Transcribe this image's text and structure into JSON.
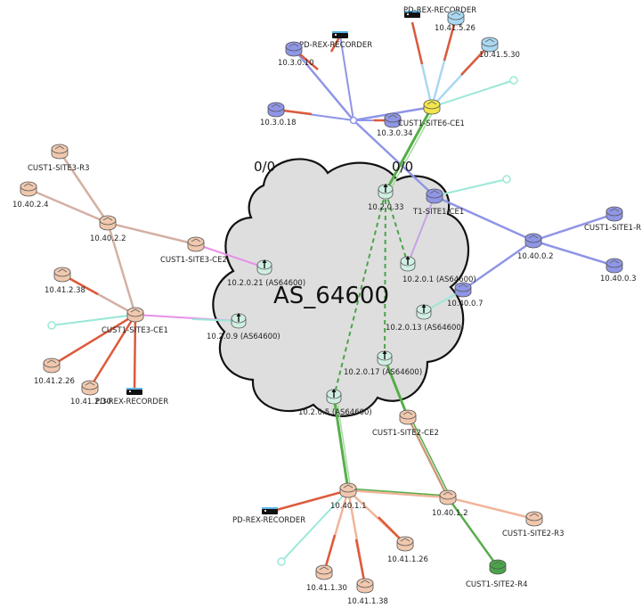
{
  "cloud": {
    "as_label": "AS_64600"
  },
  "counters": {
    "left": "0/0",
    "right": "0/0"
  },
  "colors": {
    "peach": "#f0c8ae",
    "blue": "#8f96e6",
    "lightblue": "#a9d8f2",
    "yellow": "#f3e64a",
    "green": "#4aa44a",
    "mint": "#cfeee2",
    "link_blue": "#8f95e6",
    "link_red": "#dd5a3b",
    "link_cyan": "#9be8d8",
    "link_tan": "#d4b0a4",
    "link_salmon": "#f0b49a",
    "link_green": "#57ad4a",
    "link_pink": "#e790e6",
    "cloud_fill": "#dedede"
  },
  "nodes": {
    "pd_rex_top": "PD-REX-RECORDER",
    "n10_41_5_26": "10.41.5.26",
    "n10_41_5_30": "10.41.5.30",
    "pd_rex_upper": "PD-REX-RECORDER",
    "n10_3_0_10": "10.3.0.10",
    "n10_3_0_18": "10.3.0.18",
    "n10_3_0_34": "10.3.0.34",
    "site6_ce1": "CUST1-SITE6-CE1",
    "pe_33": "10.2.0.33",
    "site1_ce1": "T1-SITE1-CE1",
    "site1_r": "CUST1-SITE1-R",
    "n10_40_0_2": "10.40.0.2",
    "n10_40_0_3": "10.40.0.3",
    "n10_40_0_7": "10.40.0.7",
    "pe_1": "10.2.0.1 (AS64600)",
    "pe_13": "10.2.0.13 (AS64600)",
    "pe_17": "10.2.0.17 (AS64600)",
    "pe_5": "10.2.0.5 (AS64600)",
    "pe_9": "10.2.0.9 (AS64600)",
    "pe_21": "10.2.0.21 (AS64600)",
    "site3_r3": "CUST1-SITE3-R3",
    "n10_40_2_4": "10.40.2.4",
    "n10_40_2_2": "10.40.2.2",
    "site3_ce2": "CUST1-SITE3-CE2",
    "n10_41_2_38": "10.41.2.38",
    "site3_ce1": "CUST1-SITE3-CE1",
    "n10_41_2_26": "10.41.2.26",
    "n10_41_2_x": "10.41.2.30",
    "pd_rex_left": "PD-REX-RECORDER",
    "site2_ce2": "CUST1-SITE2-CE2",
    "n10_40_1_1": "10.40.1.1",
    "n10_40_1_2": "10.40.1.2",
    "pd_rex_bottom": "PD-REX-RECORDER",
    "site2_r3": "CUST1-SITE2-R3",
    "site2_r4": "CUST1-SITE2-R4",
    "n10_41_1_26": "10.41.1.26",
    "n10_41_1_30": "10.41.1.30",
    "n10_41_1_38": "10.41.1.38"
  }
}
